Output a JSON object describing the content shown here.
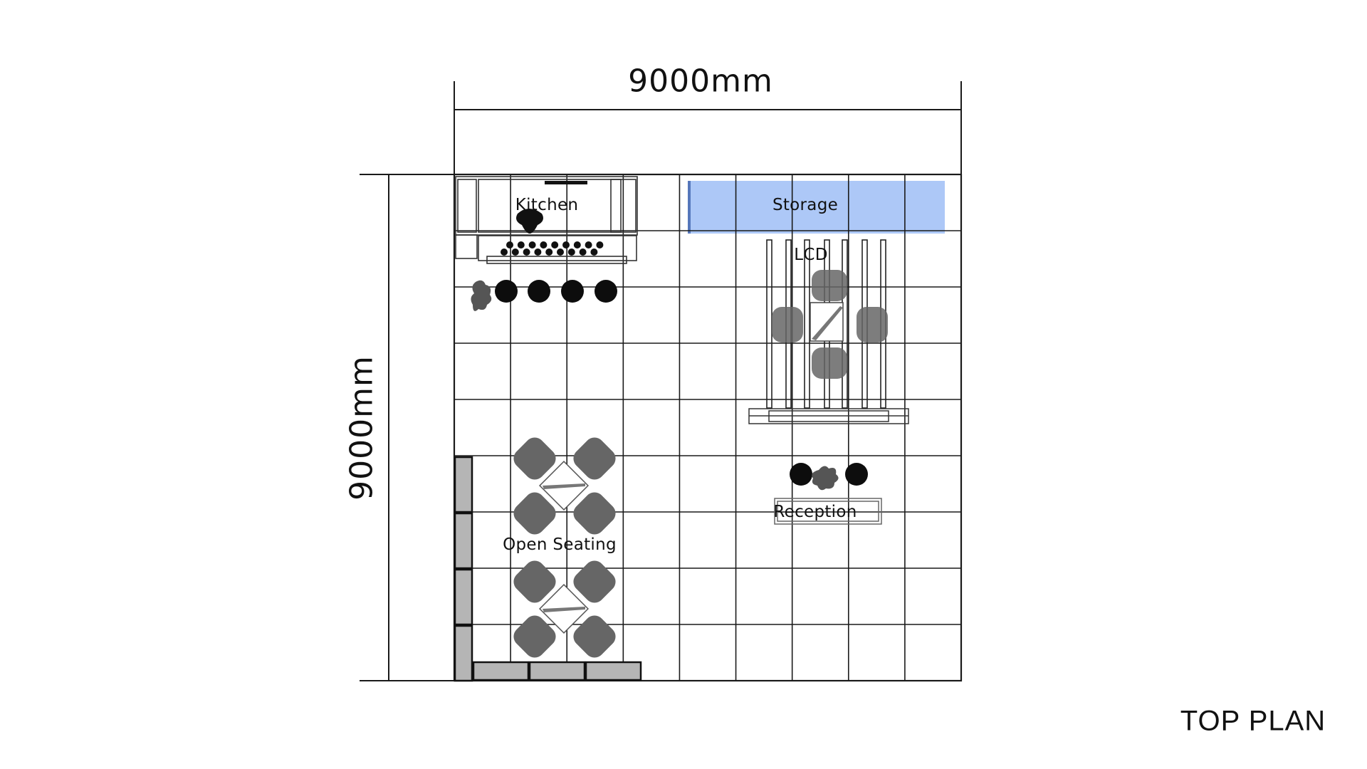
{
  "drawing": {
    "title": "TOP PLAN",
    "grid": {
      "columns": 9,
      "rows": 9
    }
  },
  "dimensions": {
    "width_label": "9000mm",
    "height_label": "9000mm"
  },
  "zones": [
    {
      "id": "kitchen",
      "label": "Kitchen"
    },
    {
      "id": "storage",
      "label": "Storage"
    },
    {
      "id": "lcd",
      "label": "LCD"
    },
    {
      "id": "reception",
      "label": "Reception"
    },
    {
      "id": "open-seating",
      "label": "Open Seating"
    }
  ],
  "colors": {
    "storage_fill": "#adc8f7",
    "storage_edge": "#5577bb",
    "line": "#1a1a1a",
    "chair_fill": "#666666",
    "stool_fill": "#0d0d0d",
    "planter_fill": "#b5b5b5"
  }
}
